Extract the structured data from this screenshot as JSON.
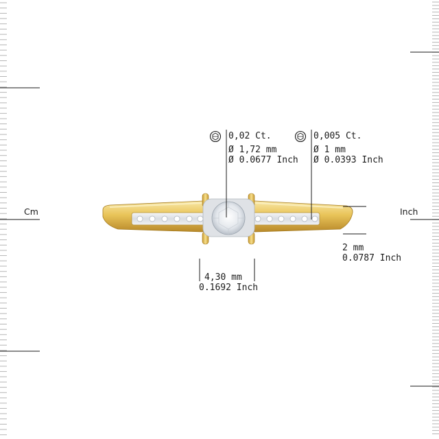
{
  "rulers": {
    "left_unit": "Cm",
    "right_unit": "Inch"
  },
  "center_stone": {
    "carat": "0,02 Ct.",
    "diameter_mm": "Ø 1,72 mm",
    "diameter_inch": "Ø 0.0677 Inch"
  },
  "side_stones": {
    "carat": "0,005 Ct.",
    "diameter_mm": "Ø 1 mm",
    "diameter_inch": "Ø 0.0393 Inch"
  },
  "band_width": {
    "mm": "2 mm",
    "inch": "0.0787 Inch"
  },
  "head_width": {
    "mm": "4,30 mm",
    "inch": "0.1692 Inch"
  },
  "colors": {
    "gold": "#e8c35a",
    "gold_dark": "#c99a2e",
    "gold_light": "#f7e6a8",
    "diamond": "#e9ecf0",
    "ruler": "#b0b0b0",
    "line": "#1a1a1a"
  }
}
